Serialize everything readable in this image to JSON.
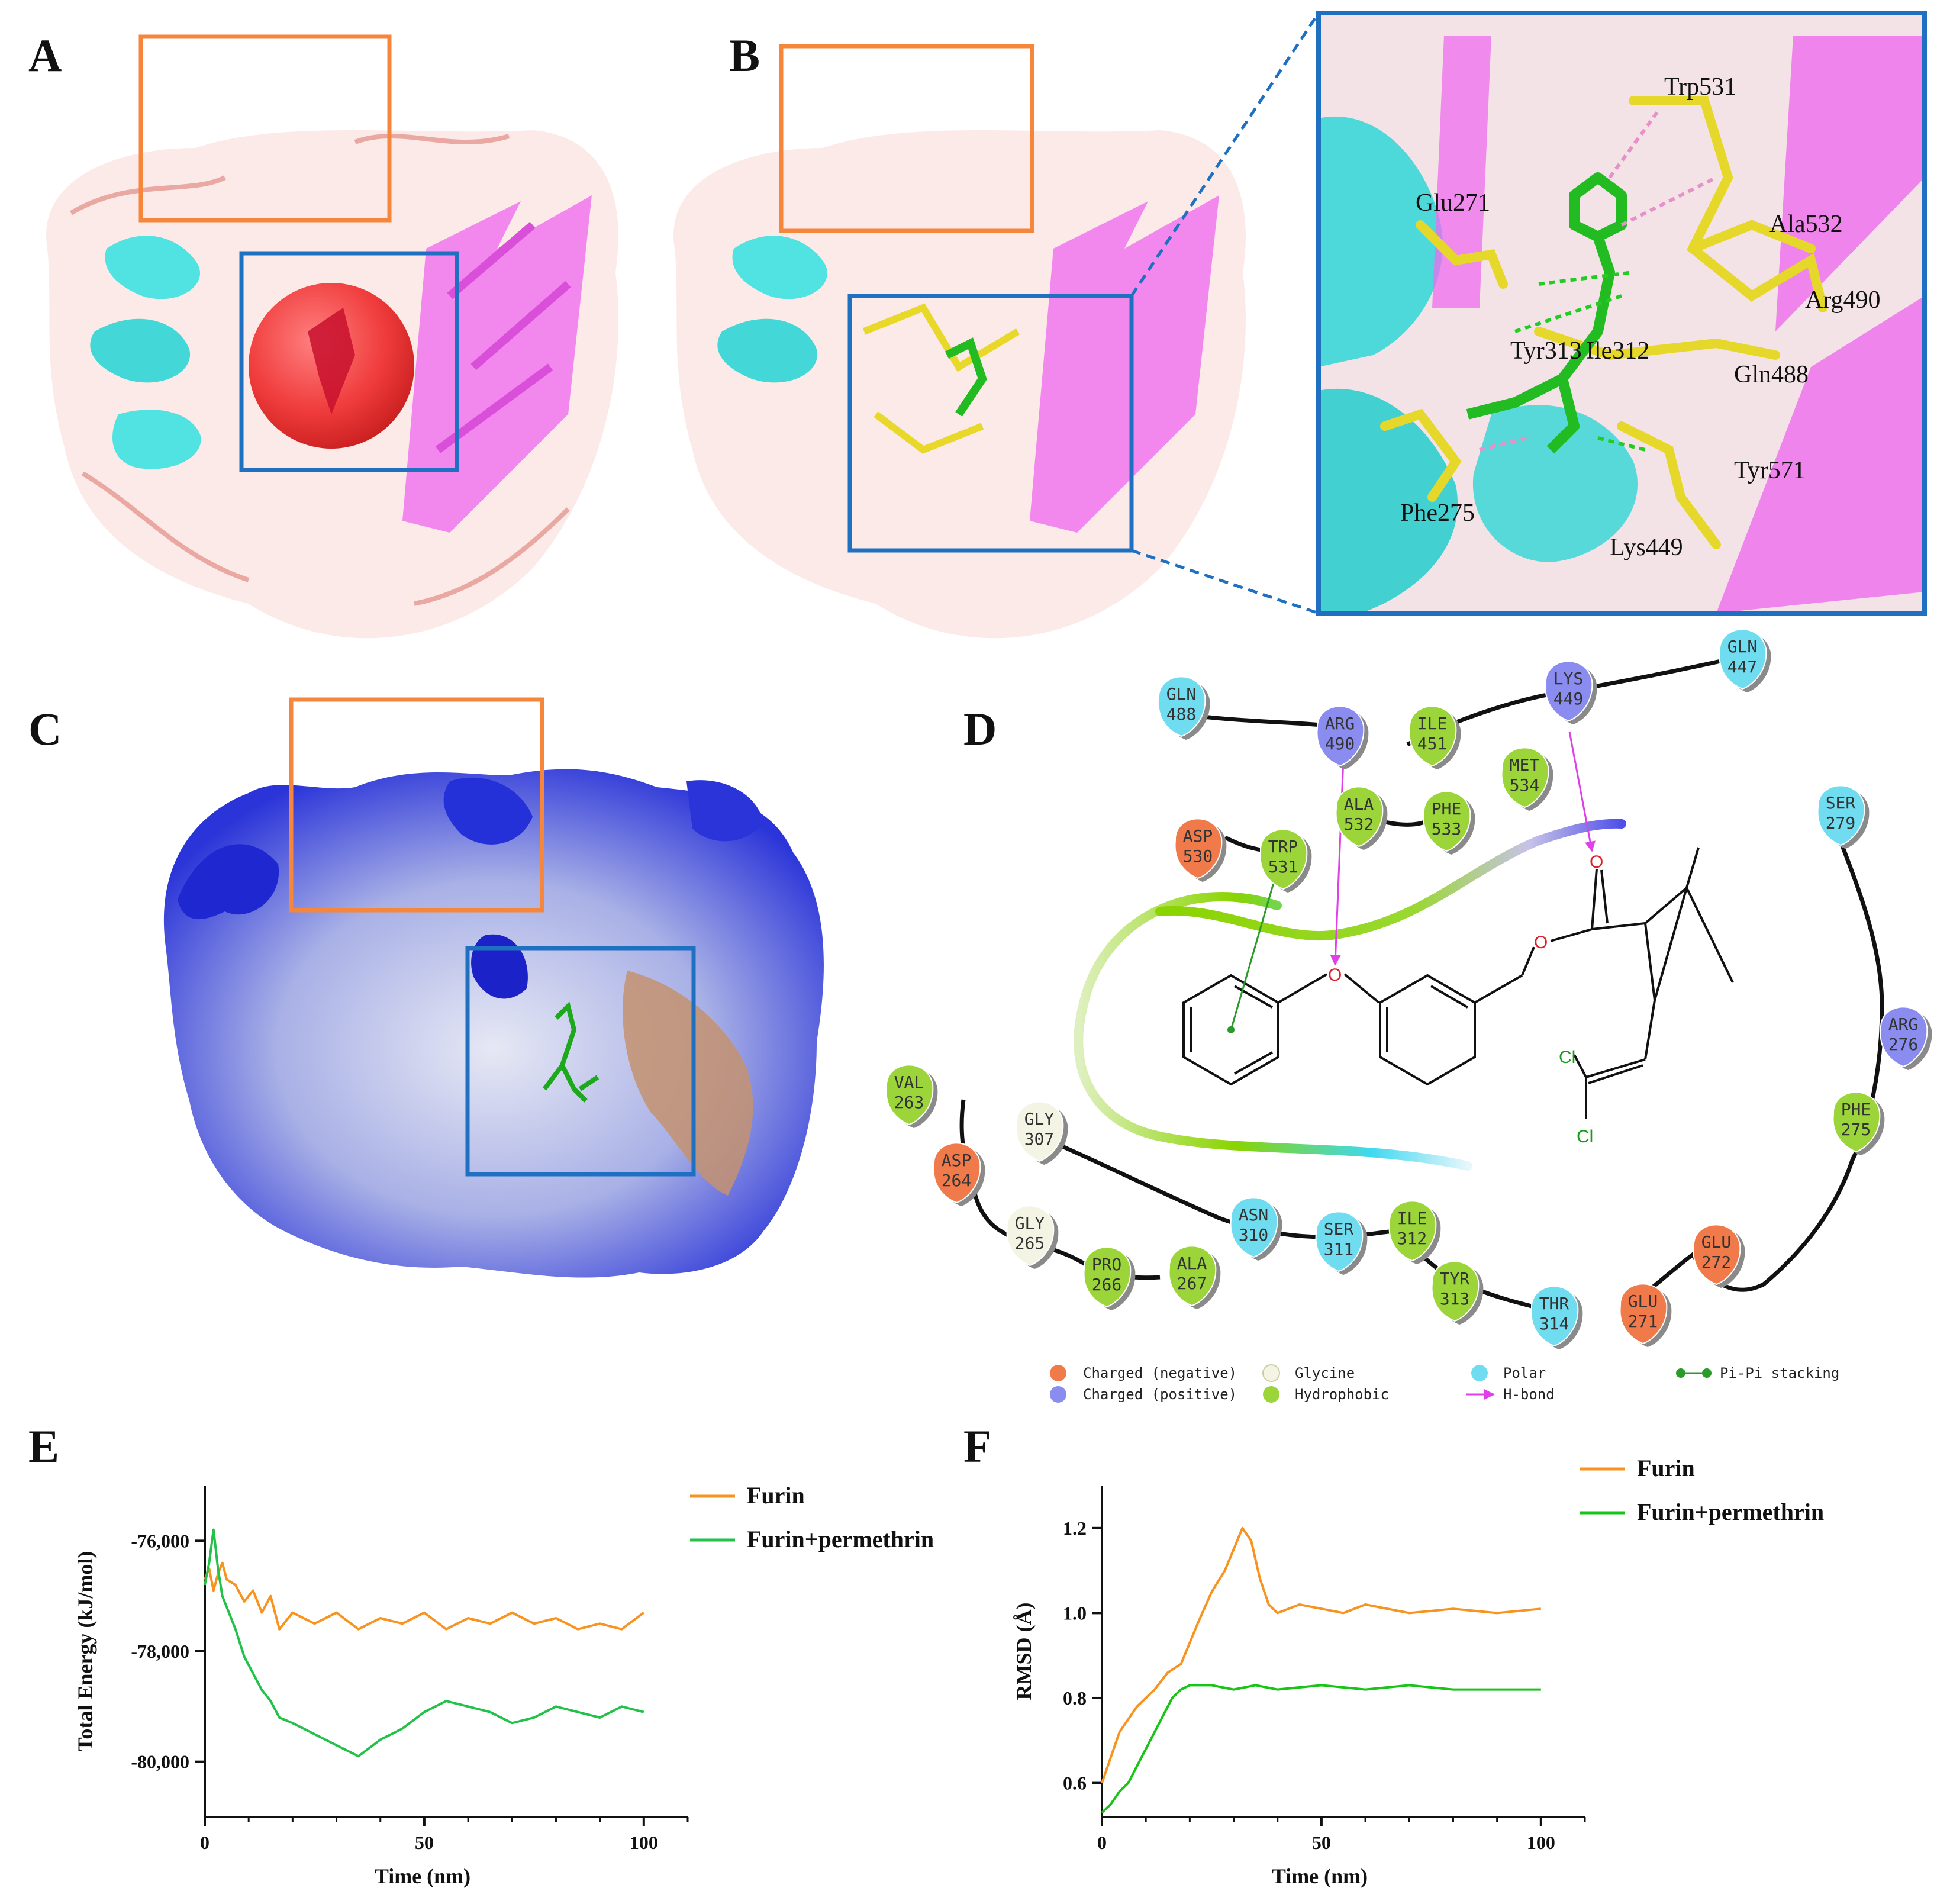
{
  "panels": {
    "a": {
      "label": "A"
    },
    "b": {
      "label": "B",
      "residues": [
        "Trp531",
        "Glu271",
        "Ala532",
        "Arg490",
        "Tyr313",
        "Ile312",
        "Gln488",
        "Tyr571",
        "Phe275",
        "Lys449"
      ]
    },
    "c": {
      "label": "C"
    },
    "d": {
      "label": "D",
      "nodes": [
        {
          "code": "GLN",
          "num": "488",
          "cls": "polar"
        },
        {
          "code": "ARG",
          "num": "490",
          "cls": "positive"
        },
        {
          "code": "ILE",
          "num": "451",
          "cls": "hydrophobic"
        },
        {
          "code": "LYS",
          "num": "449",
          "cls": "positive"
        },
        {
          "code": "GLN",
          "num": "447",
          "cls": "polar"
        },
        {
          "code": "ASP",
          "num": "530",
          "cls": "negative"
        },
        {
          "code": "TRP",
          "num": "531",
          "cls": "hydrophobic"
        },
        {
          "code": "ALA",
          "num": "532",
          "cls": "hydrophobic"
        },
        {
          "code": "PHE",
          "num": "533",
          "cls": "hydrophobic"
        },
        {
          "code": "MET",
          "num": "534",
          "cls": "hydrophobic"
        },
        {
          "code": "SER",
          "num": "279",
          "cls": "polar"
        },
        {
          "code": "ARG",
          "num": "276",
          "cls": "positive"
        },
        {
          "code": "PHE",
          "num": "275",
          "cls": "hydrophobic"
        },
        {
          "code": "VAL",
          "num": "263",
          "cls": "hydrophobic"
        },
        {
          "code": "ASP",
          "num": "264",
          "cls": "negative"
        },
        {
          "code": "GLY",
          "num": "307",
          "cls": "glycine"
        },
        {
          "code": "GLY",
          "num": "265",
          "cls": "glycine"
        },
        {
          "code": "PRO",
          "num": "266",
          "cls": "hydrophobic"
        },
        {
          "code": "ALA",
          "num": "267",
          "cls": "hydrophobic"
        },
        {
          "code": "ASN",
          "num": "310",
          "cls": "polar"
        },
        {
          "code": "SER",
          "num": "311",
          "cls": "polar"
        },
        {
          "code": "ILE",
          "num": "312",
          "cls": "hydrophobic"
        },
        {
          "code": "TYR",
          "num": "313",
          "cls": "hydrophobic"
        },
        {
          "code": "THR",
          "num": "314",
          "cls": "polar"
        },
        {
          "code": "GLU",
          "num": "272",
          "cls": "negative"
        },
        {
          "code": "GLU",
          "num": "271",
          "cls": "negative"
        }
      ],
      "atoms": {
        "o": "O",
        "cl": "Cl"
      },
      "legend": {
        "charged_negative": "Charged (negative)",
        "charged_positive": "Charged (positive)",
        "glycine": "Glycine",
        "hydrophobic": "Hydrophobic",
        "polar": "Polar",
        "hbond": "H-bond",
        "pipi": "Pi-Pi stacking"
      },
      "colors": {
        "negative": "#f07a4a",
        "positive": "#8a8cf0",
        "glycine": "#f4f4e4",
        "hydrophobic": "#9bd53a",
        "polar": "#6fdcf0",
        "hbond": "#e040e8",
        "pipi": "#2a9a2a"
      }
    }
  },
  "chart_data": [
    {
      "panel": "E",
      "type": "line",
      "xlabel": "Time (nm)",
      "ylabel": "Total Energy (kJ/mol)",
      "xlim": [
        0,
        110
      ],
      "ylim": [
        -81000,
        -75000
      ],
      "xticks": [
        0,
        50,
        100
      ],
      "yticks": [
        -76000,
        -78000,
        -80000
      ],
      "ytick_labels": [
        "-76,000",
        "-78,000",
        "-80,000"
      ],
      "legend_position": "top-right",
      "series": [
        {
          "name": "Furin",
          "color": "#f7931e",
          "x": [
            0,
            1,
            2,
            3,
            4,
            5,
            7,
            9,
            11,
            13,
            15,
            17,
            20,
            25,
            30,
            35,
            40,
            45,
            50,
            55,
            60,
            65,
            70,
            75,
            80,
            85,
            90,
            95,
            100
          ],
          "y": [
            -76700,
            -76500,
            -76900,
            -76600,
            -76400,
            -76700,
            -76800,
            -77100,
            -76900,
            -77300,
            -77000,
            -77600,
            -77300,
            -77500,
            -77300,
            -77600,
            -77400,
            -77500,
            -77300,
            -77600,
            -77400,
            -77500,
            -77300,
            -77500,
            -77400,
            -77600,
            -77500,
            -77600,
            -77300
          ]
        },
        {
          "name": "Furin+permethrin",
          "color": "#22c24a",
          "x": [
            0,
            1,
            2,
            3,
            4,
            5,
            7,
            9,
            11,
            13,
            15,
            17,
            20,
            25,
            30,
            35,
            40,
            45,
            50,
            55,
            60,
            65,
            70,
            75,
            80,
            85,
            90,
            95,
            100
          ],
          "y": [
            -76800,
            -76400,
            -75800,
            -76500,
            -77000,
            -77200,
            -77600,
            -78100,
            -78400,
            -78700,
            -78900,
            -79200,
            -79300,
            -79500,
            -79700,
            -79900,
            -79600,
            -79400,
            -79100,
            -78900,
            -79000,
            -79100,
            -79300,
            -79200,
            -79000,
            -79100,
            -79200,
            -79000,
            -79100
          ]
        }
      ]
    },
    {
      "panel": "F",
      "type": "line",
      "xlabel": "Time (nm)",
      "ylabel": "RMSD (Å)",
      "xlim": [
        0,
        110
      ],
      "ylim": [
        0.52,
        1.3
      ],
      "xticks": [
        0,
        50,
        100
      ],
      "yticks": [
        0.6,
        0.8,
        1.0,
        1.2
      ],
      "ytick_labels": [
        "0.6",
        "0.8",
        "1.0",
        "1.2"
      ],
      "legend_position": "top-right",
      "series": [
        {
          "name": "Furin",
          "color": "#f7931e",
          "x": [
            0,
            2,
            4,
            6,
            8,
            10,
            12,
            15,
            18,
            20,
            22,
            25,
            28,
            30,
            32,
            34,
            36,
            38,
            40,
            45,
            50,
            55,
            60,
            70,
            80,
            90,
            100
          ],
          "y": [
            0.6,
            0.66,
            0.72,
            0.75,
            0.78,
            0.8,
            0.82,
            0.86,
            0.88,
            0.93,
            0.98,
            1.05,
            1.1,
            1.15,
            1.2,
            1.17,
            1.08,
            1.02,
            1.0,
            1.02,
            1.01,
            1.0,
            1.02,
            1.0,
            1.01,
            1.0,
            1.01
          ]
        },
        {
          "name": "Furin+permethrin",
          "color": "#19c419",
          "x": [
            0,
            2,
            4,
            6,
            8,
            10,
            12,
            14,
            16,
            18,
            20,
            25,
            30,
            35,
            40,
            50,
            60,
            70,
            80,
            90,
            100
          ],
          "y": [
            0.53,
            0.55,
            0.58,
            0.6,
            0.64,
            0.68,
            0.72,
            0.76,
            0.8,
            0.82,
            0.83,
            0.83,
            0.82,
            0.83,
            0.82,
            0.83,
            0.82,
            0.83,
            0.82,
            0.82,
            0.82
          ]
        }
      ]
    }
  ]
}
